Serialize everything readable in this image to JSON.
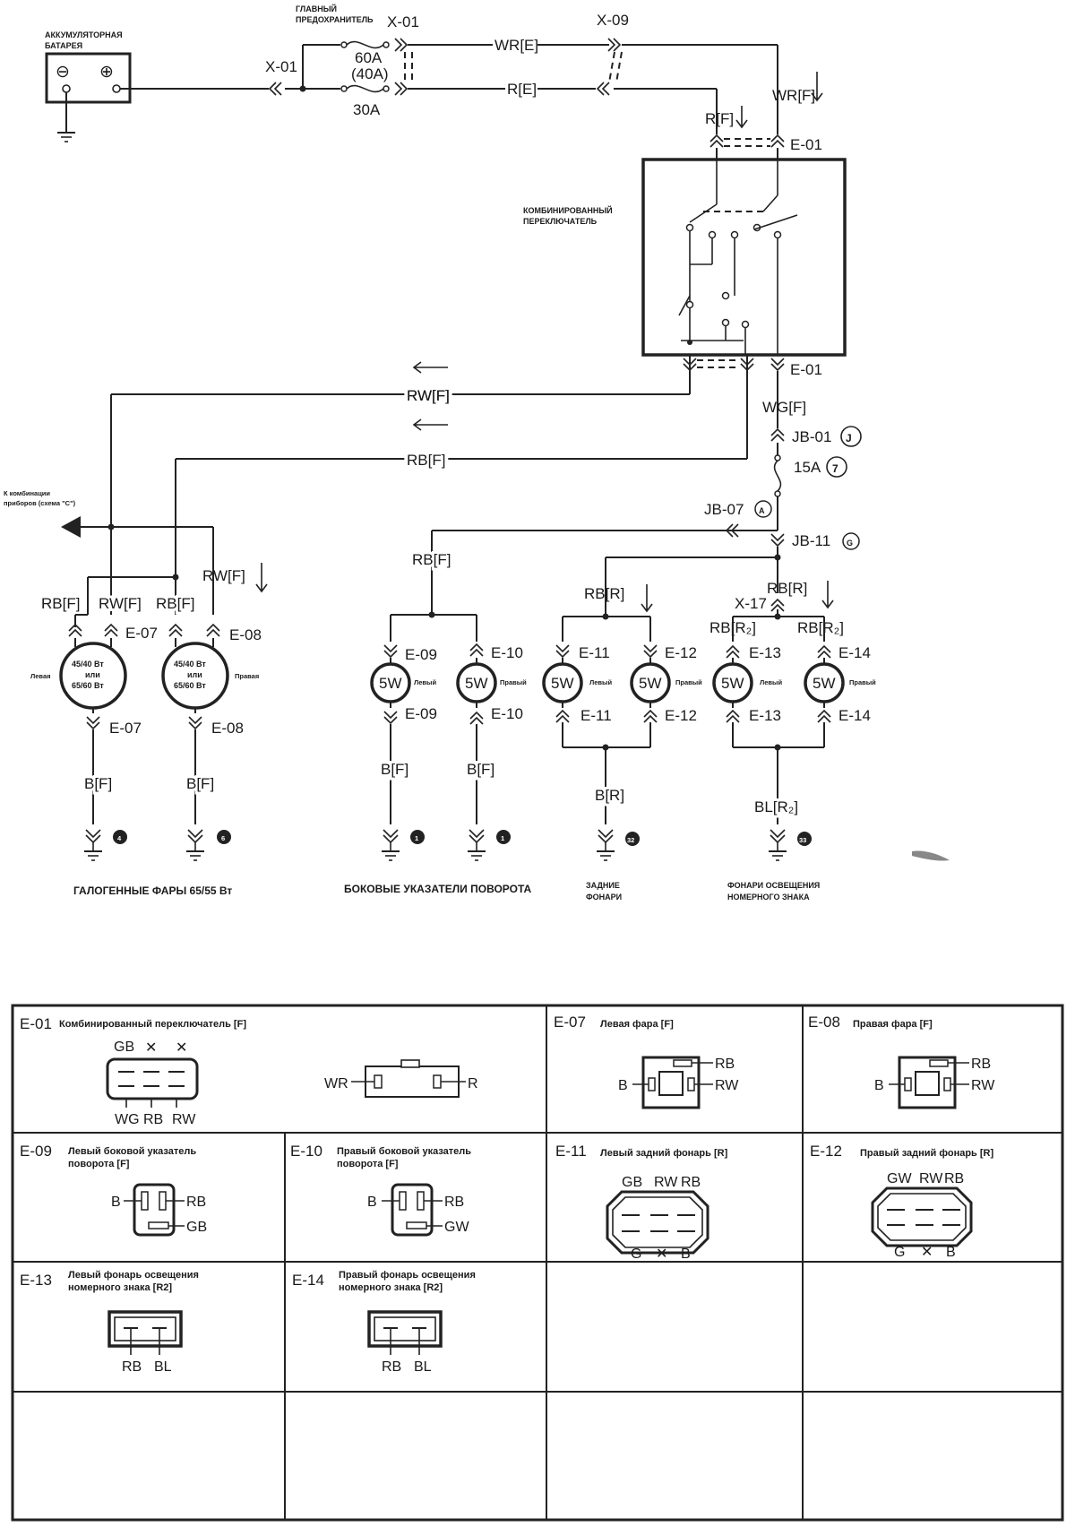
{
  "battery": {
    "label_line1": "АККУМУЛЯТОРНАЯ",
    "label_line2": "БАТАРЕЯ",
    "neg": "⊖",
    "pos": "⊕"
  },
  "main_fuse": {
    "label_line1": "ГЛАВНЫЙ",
    "label_line2": "ПРЕДОХРАНИТЕЛЬ",
    "rating_top": "60A",
    "rating_top_alt": "(40A)",
    "rating_bottom": "30A"
  },
  "connectors_top": {
    "x01_left": "X-01",
    "x01_top": "X-01",
    "x09": "X-09",
    "e01_top": "E-01",
    "e01_bottom": "E-01"
  },
  "wires": {
    "wr_e": "WR[E]",
    "r_e": "R[E]",
    "r_f": "R[F]",
    "wr_f": "WR[F]",
    "rw_f": "RW[F]",
    "rb_f": "RB[F]",
    "wg_f": "WG[F]",
    "rb_f_side": "RB[F]",
    "rb_r": "RB[R]",
    "rb_r2": "RB[R]",
    "rb_r2_left": "RB[R₂]",
    "rb_r2_right": "RB[R₂]",
    "rb_f_l": "RB[F]",
    "rw_f_l": "RW[F]",
    "rb_f_r": "RB[F]",
    "rw_f_r": "RW[F]",
    "b_f_1": "B[F]",
    "b_f_2": "B[F]",
    "b_f_3": "B[F]",
    "b_f_4": "B[F]",
    "b_r": "B[R]",
    "bl_r2": "BL[R₂]"
  },
  "switch": {
    "label_line1": "КОМБИНИРОВАННЫЙ",
    "label_line2": "ПЕРЕКЛЮЧАТЕЛЬ"
  },
  "fuse15": {
    "jb01": "JB-01",
    "jb01_mark": "J",
    "rating": "15A",
    "rating_mark": "7"
  },
  "junctions": {
    "jb07": "JB-07",
    "jb07_mark": "A",
    "jb11": "JB-11",
    "jb11_mark": "G",
    "x17": "X-17"
  },
  "instrument_note": {
    "line1": "К комбинации",
    "line2": "приборов (схема \"C\")"
  },
  "headlamps": {
    "left_side": "Левая",
    "right_side": "Правая",
    "left_rating": [
      "45/40 Вт",
      "или",
      "65/60 Вт"
    ],
    "right_rating": [
      "45/40 Вт",
      "или",
      "65/60 Вт"
    ],
    "conn_left_top": "E-07",
    "conn_left_bottom": "E-07",
    "conn_right_top": "E-08",
    "conn_right_bottom": "E-08",
    "ground_left": "4",
    "ground_right": "6",
    "caption": "ГАЛОГЕННЫЕ ФАРЫ 65/55 Вт"
  },
  "side_turn": {
    "lamp_left": "5W",
    "lamp_right": "5W",
    "left_side": "Левый",
    "right_side": "Правый",
    "conn_left_top": "E-09",
    "conn_left_bottom": "E-09",
    "conn_right_top": "E-10",
    "conn_right_bottom": "E-10",
    "ground_left": "1",
    "ground_right": "1",
    "caption": "БОКОВЫЕ УКАЗАТЕЛИ ПОВОРОТА"
  },
  "rear_lamps": {
    "lamp_left": "5W",
    "lamp_right": "5W",
    "left_side": "Левый",
    "right_side": "Правый",
    "conn_left_top": "E-11",
    "conn_left_bottom": "E-11",
    "conn_right_top": "E-12",
    "conn_right_bottom": "E-12",
    "ground": "32",
    "caption_line1": "ЗАДНИЕ",
    "caption_line2": "ФОНАРИ"
  },
  "plate_lamps": {
    "lamp_left": "5W",
    "lamp_right": "5W",
    "left_side": "Левый",
    "right_side": "Правый",
    "conn_left_top": "E-13",
    "conn_left_bottom": "E-13",
    "conn_right_top": "E-14",
    "conn_right_bottom": "E-14",
    "ground": "33",
    "caption_line1": "ФОНАРИ ОСВЕЩЕНИЯ",
    "caption_line2": "НОМЕРНОГО ЗНАКА"
  },
  "connector_table": {
    "e01": {
      "id": "E-01",
      "desc": "Комбинированный переключатель [F]",
      "pins_top": [
        "GB",
        "✕",
        "✕"
      ],
      "pins_bottom": [
        "WG",
        "RB",
        "RW"
      ],
      "pin_left": "WR",
      "pin_right": "R"
    },
    "e07": {
      "id": "E-07",
      "desc": "Левая фара [F]",
      "pin_left": "B",
      "pin_top_right": "RB",
      "pin_right": "RW"
    },
    "e08": {
      "id": "E-08",
      "desc": "Правая фара [F]",
      "pin_left": "B",
      "pin_top_right": "RB",
      "pin_right": "RW"
    },
    "e09": {
      "id": "E-09",
      "desc_line1": "Левый боковой указатель",
      "desc_line2": "поворота [F]",
      "pin_left": "B",
      "pin_right_top": "RB",
      "pin_right_bottom": "GB"
    },
    "e10": {
      "id": "E-10",
      "desc_line1": "Правый боковой указатель",
      "desc_line2": "поворота [F]",
      "pin_left": "B",
      "pin_right_top": "RB",
      "pin_right_bottom": "GW"
    },
    "e11": {
      "id": "E-11",
      "desc": "Левый задний фонарь [R]",
      "pins_top": [
        "GB",
        "RW",
        "RB"
      ],
      "pins_bottom": [
        "G",
        "✕",
        "B"
      ]
    },
    "e12": {
      "id": "E-12",
      "desc": "Правый задний фонарь [R]",
      "pins_top": [
        "GW",
        "RW",
        "RB"
      ],
      "pins_bottom": [
        "G",
        "✕",
        "B"
      ]
    },
    "e13": {
      "id": "E-13",
      "desc_line1": "Левый фонарь освещения",
      "desc_line2": "номерного знака [R2]",
      "pins": [
        "RB",
        "BL"
      ]
    },
    "e14": {
      "id": "E-14",
      "desc_line1": "Правый фонарь освещения",
      "desc_line2": "номерного знака [R2]",
      "pins": [
        "RB",
        "BL"
      ]
    }
  }
}
